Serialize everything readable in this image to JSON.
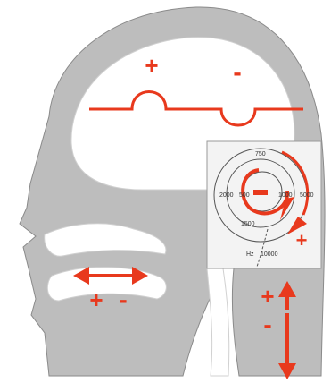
{
  "colors": {
    "accent": "#e8391d",
    "silhouette": "#bdbdbd",
    "silhouette_stroke": "#8a8a8a",
    "inset_bg": "#f3f3f3",
    "inset_border": "#9a9a9a"
  },
  "brain": {
    "plus": "+",
    "minus": "-"
  },
  "cochlea": {
    "center_mark": "-",
    "plus": "+",
    "labels": {
      "f750": "750",
      "f2000": "2000",
      "f500": "500",
      "f1000": "1000",
      "f5000": "5000",
      "f1500": "1500",
      "hz": "Hz",
      "f10000": "10000"
    }
  },
  "mouth": {
    "plus": "+",
    "minus": "-"
  },
  "throat": {
    "plus": "+",
    "minus": "-"
  }
}
